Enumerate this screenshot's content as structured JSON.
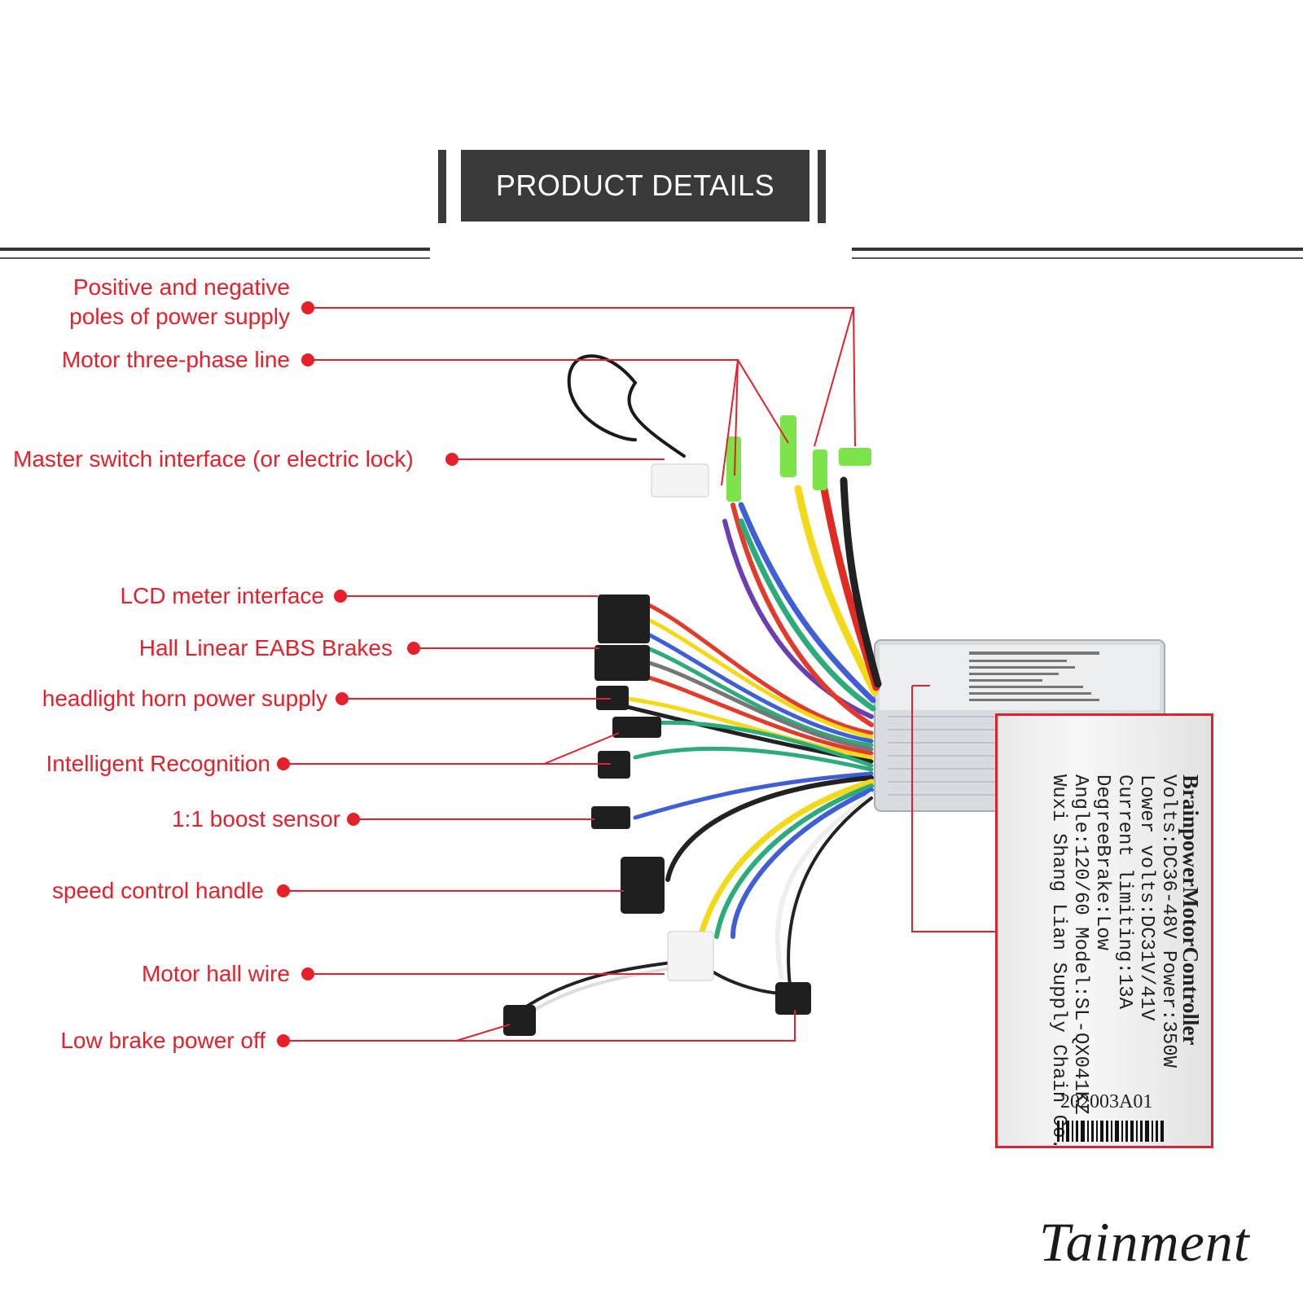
{
  "header": {
    "title": "PRODUCT DETAILS"
  },
  "labels": [
    {
      "id": "power-supply",
      "text": "Positive and negative\npoles of power supply"
    },
    {
      "id": "motor-phase",
      "text": "Motor three-phase line"
    },
    {
      "id": "master-switch",
      "text": "Master switch interface (or electric lock)"
    },
    {
      "id": "lcd-meter",
      "text": "LCD meter interface"
    },
    {
      "id": "hall-brakes",
      "text": "Hall Linear EABS Brakes"
    },
    {
      "id": "headlight-horn",
      "text": "headlight horn power supply"
    },
    {
      "id": "intelligent-recognition",
      "text": "Intelligent Recognition"
    },
    {
      "id": "boost-sensor",
      "text": "1:1 boost sensor"
    },
    {
      "id": "speed-handle",
      "text": "speed control handle"
    },
    {
      "id": "motor-hall",
      "text": "Motor hall wire"
    },
    {
      "id": "low-brake",
      "text": "Low brake power off"
    }
  ],
  "plate": {
    "title": "BrainpowerMotorController",
    "lines": [
      "Volts:DC36-48V   Power:350W",
      "Lower volts:DC31V/41V",
      "Current limiting:13A",
      "DegreeBrake:Low",
      "Angle:120/60  Model:SL-QX041KZ",
      "Wuxi Shang Lian Supply Chain Co.,Ltd"
    ],
    "serial": "202003A01"
  },
  "signature": "Tainment",
  "colors": {
    "label_red": "#e5202a",
    "header_bg": "#3a3a3a"
  }
}
